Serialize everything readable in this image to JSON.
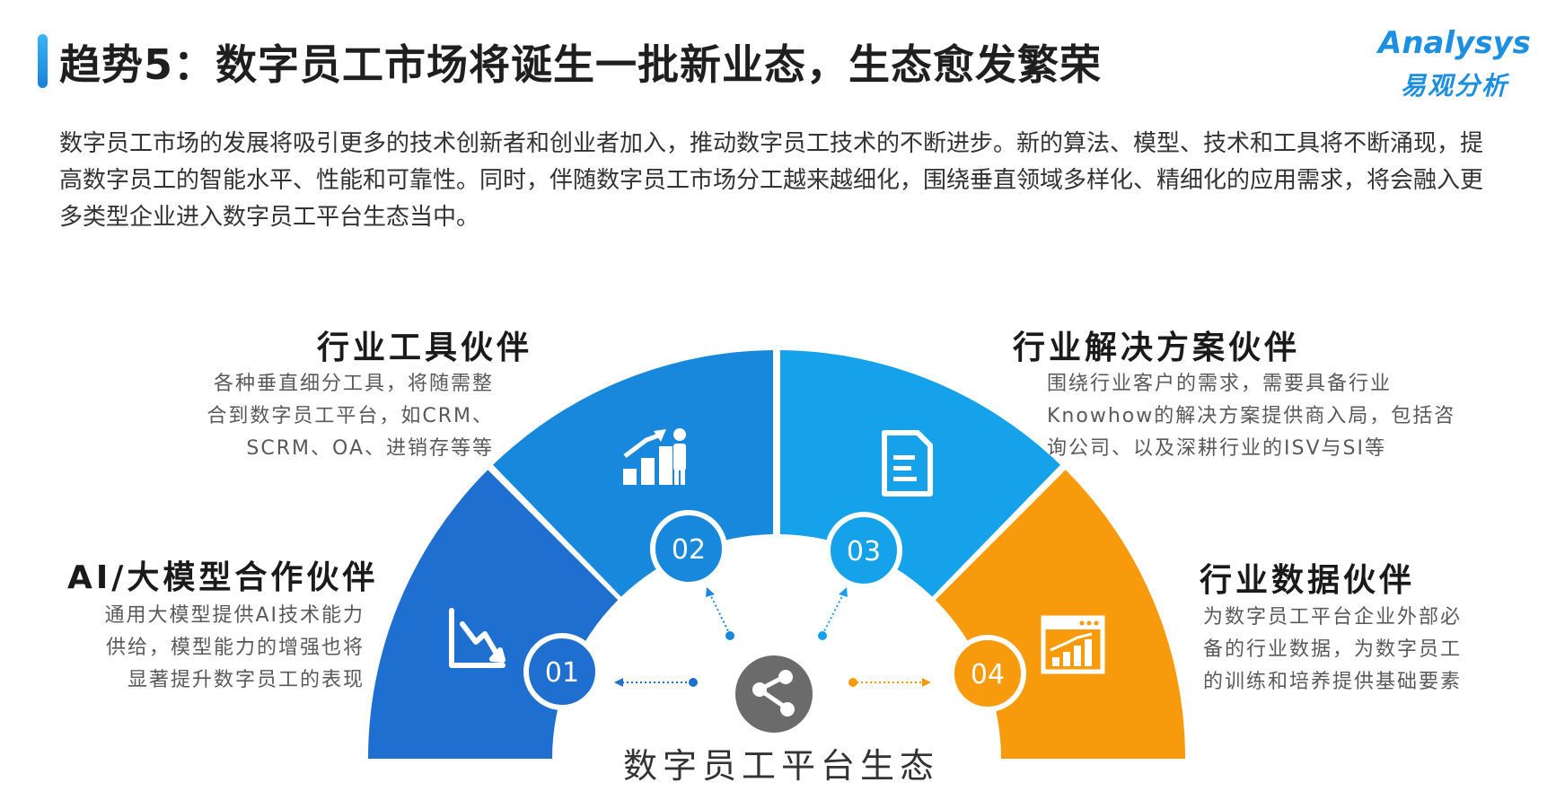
{
  "header": {
    "title": "趋势5：数字员工市场将诞生一批新业态，生态愈发繁荣",
    "logo_en": "Analysys",
    "logo_cn": "易观分析"
  },
  "intro": "数字员工市场的发展将吸引更多的技术创新者和创业者加入，推动数字员工技术的不断进步。新的算法、模型、技术和工具将不断涌现，提高数字员工的智能水平、性能和可靠性。同时，伴随数字员工市场分工越来越细化，围绕垂直领域多样化、精细化的应用需求，将会融入更多类型企业进入数字员工平台生态当中。",
  "center": {
    "label": "数字员工平台生态"
  },
  "segments": [
    {
      "number": "01",
      "title": "AI/大模型合作伙伴",
      "desc": [
        "通用大模型提供AI技术能力",
        "供给，模型能力的增强也将",
        "显著提升数字员工的表现"
      ],
      "color": "#1f6fd1",
      "icon": "trend-down-chart-icon"
    },
    {
      "number": "02",
      "title": "行业工具伙伴",
      "desc": [
        "各种垂直细分工具，将随需整",
        "合到数字员工平台，如CRM、",
        "SCRM、OA、进销存等等"
      ],
      "color": "#1888dd",
      "icon": "growth-person-icon"
    },
    {
      "number": "03",
      "title": "行业解决方案伙伴",
      "desc": [
        "围绕行业客户的需求，需要具备行业",
        "Knowhow的解决方案提供商入局，包括咨",
        "询公司、以及深耕行业的ISV与SI等"
      ],
      "color": "#16a2ea",
      "icon": "document-icon"
    },
    {
      "number": "04",
      "title": "行业数据伙伴",
      "desc": [
        "为数字员工平台企业外部必",
        "备的行业数据，为数字员工",
        "的训练和培养提供基础要素"
      ],
      "color": "#f79a0b",
      "icon": "browser-chart-icon"
    }
  ]
}
